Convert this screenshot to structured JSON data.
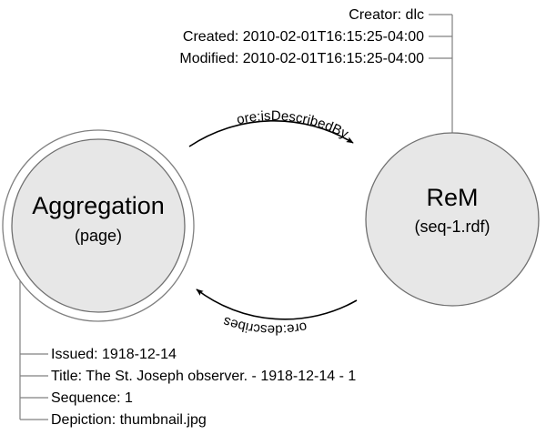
{
  "diagram": {
    "title_hidden": "OAI-ORE Aggregation / Resource Map diagram",
    "background_color": "#ffffff",
    "node_fill_color": "#e7e7e7",
    "node_stroke_color": "#707070",
    "connector_color": "#808080",
    "arrow_color": "#000000",
    "nodes": [
      {
        "id": "aggregation",
        "label": "Aggregation",
        "sublabel": "(page)",
        "shape": "double-circle"
      },
      {
        "id": "rem",
        "label": "ReM",
        "sublabel": "(seq-1.rdf)",
        "shape": "circle"
      }
    ],
    "edges": [
      {
        "id": "is-described-by",
        "label": "ore:isDescribedBy",
        "from": "aggregation",
        "to": "rem",
        "direction": "left-to-right",
        "position": "top-arc"
      },
      {
        "id": "describes",
        "label": "ore:describes",
        "from": "rem",
        "to": "aggregation",
        "direction": "right-to-left",
        "position": "bottom-arc"
      }
    ],
    "rem_annotations": [
      {
        "id": "creator",
        "text": "Creator: dlc"
      },
      {
        "id": "created",
        "text": "Created: 2010-02-01T16:15:25-04:00"
      },
      {
        "id": "modified",
        "text": "Modified: 2010-02-01T16:15:25-04:00"
      }
    ],
    "aggregation_annotations": [
      {
        "id": "issued",
        "text": "Issued: 1918-12-14"
      },
      {
        "id": "title",
        "text": "Title: The St. Joseph observer. - 1918-12-14 - 1"
      },
      {
        "id": "sequence",
        "text": "Sequence: 1"
      },
      {
        "id": "depiction",
        "text": "Depiction: thumbnail.jpg"
      }
    ]
  }
}
